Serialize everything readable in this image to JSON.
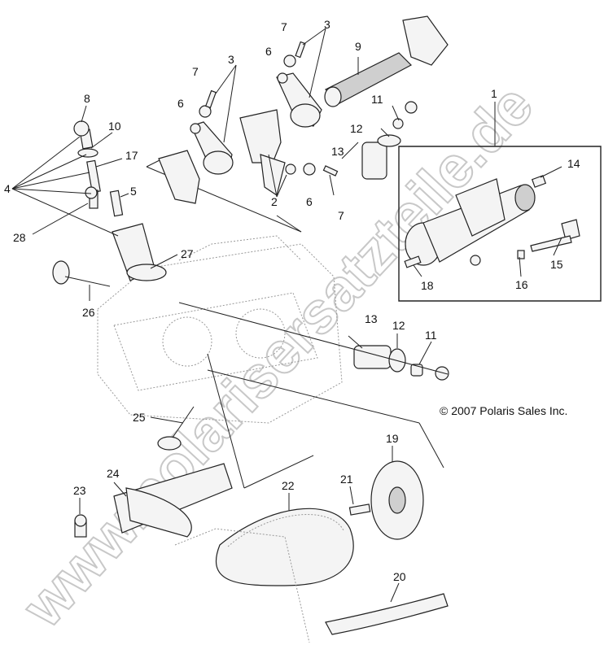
{
  "watermark": "www.polarisersatzteile.de",
  "copyright": "© 2007 Polaris Sales Inc.",
  "callouts": {
    "c1": "1",
    "c2": "2",
    "c3a": "3",
    "c3b": "3",
    "c4": "4",
    "c5": "5",
    "c6a": "6",
    "c6b": "6",
    "c6c": "6",
    "c7a": "7",
    "c7b": "7",
    "c7c": "7",
    "c8": "8",
    "c9": "9",
    "c10": "10",
    "c11a": "11",
    "c11b": "11",
    "c12a": "12",
    "c12b": "12",
    "c13a": "13",
    "c13b": "13",
    "c14": "14",
    "c15": "15",
    "c16": "16",
    "c17": "17",
    "c18": "18",
    "c19": "19",
    "c20": "20",
    "c21": "21",
    "c22": "22",
    "c23": "23",
    "c24": "24",
    "c25": "25",
    "c26": "26",
    "c27": "27",
    "c28": "28"
  }
}
